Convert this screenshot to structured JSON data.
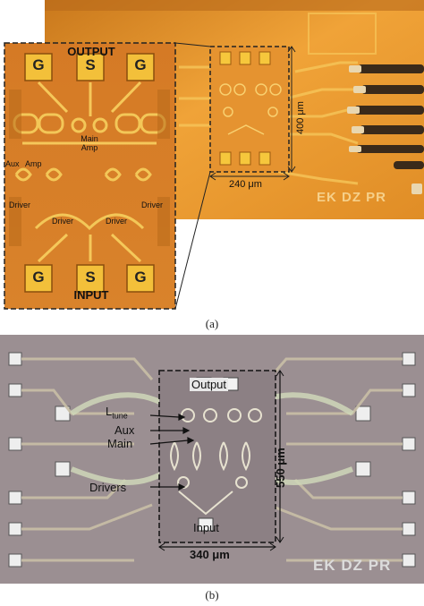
{
  "panel_a": {
    "caption": "(a)",
    "inset": {
      "pads_top": [
        "G",
        "S",
        "G"
      ],
      "pads_bottom": [
        "G",
        "S",
        "G"
      ],
      "title_top": "OUTPUT",
      "title_bottom": "INPUT",
      "main_amp": "Main\nAmp",
      "aux_amp_left": "Aux",
      "aux_amp_right": "Amp",
      "driver_left": "Driver",
      "driver_right": "Driver",
      "driver_center_left": "Driver",
      "driver_center_right": "Driver"
    },
    "dim_height": "400 μm",
    "dim_width": "240 μm",
    "chip_marks": "EK DZ PR"
  },
  "panel_b": {
    "caption": "(b)",
    "labels": {
      "output": "Output",
      "input": "Input",
      "ltune": "L",
      "ltune_sub": "tune",
      "aux": "Aux",
      "main": "Main",
      "drivers": "Drivers"
    },
    "dim_height": "550 μm",
    "dim_width": "340 μm",
    "chip_marks": "EK DZ PR"
  },
  "colors": {
    "chip_gold": "#e79a2c",
    "pad_gold": "#f2c13a",
    "chip_gray": "#9c8f92",
    "pad_white": "#f1f1f1"
  }
}
